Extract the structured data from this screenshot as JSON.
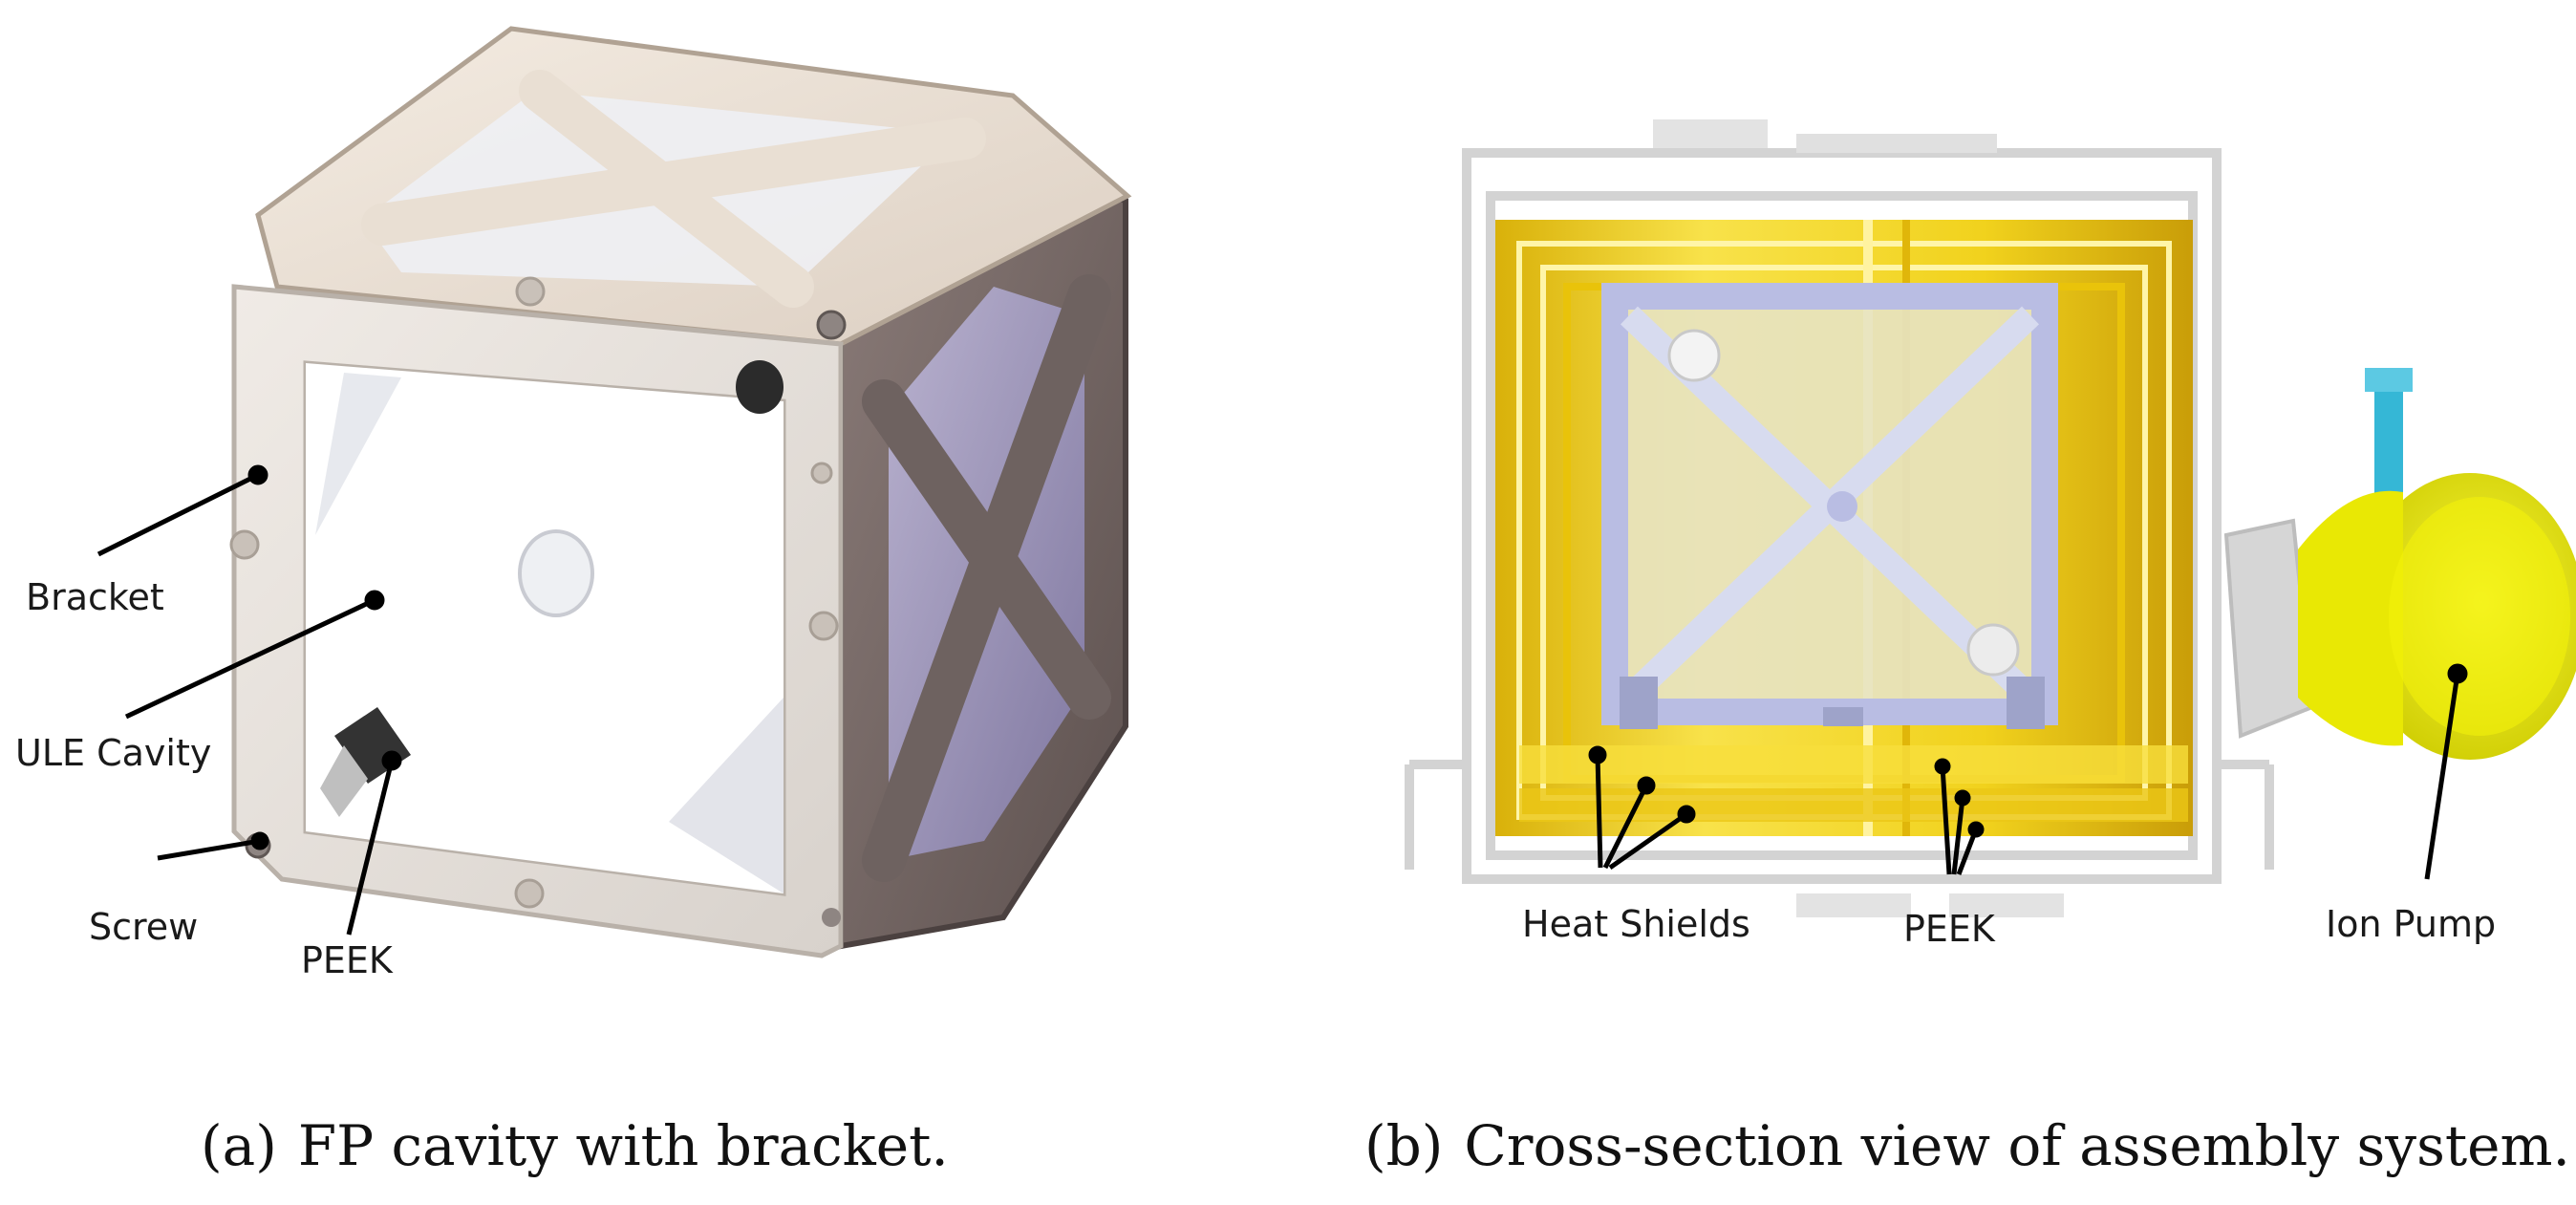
{
  "panel_a": {
    "labels": {
      "bracket": "Bracket",
      "ule_cavity": "ULE Cavity",
      "screw": "Screw",
      "peek": "PEEK"
    },
    "caption": {
      "tag": "(a)",
      "text": "FP cavity with bracket."
    }
  },
  "panel_b": {
    "labels": {
      "heat_shields": "Heat Shields",
      "peek": "PEEK",
      "ion_pump": "Ion Pump"
    },
    "caption": {
      "tag": "(b)",
      "text": "Cross-section view of assembly system."
    }
  },
  "colors": {
    "bracket_light": "#efe6dc",
    "bracket_dark": "#7d6f6c",
    "cavity": "#ffffff",
    "cavity_side": "#9a93b5",
    "heat_shield": "#f2d31c",
    "frame_blue": "#b9bde3",
    "ion_pump": "#f3f20a",
    "ion_pump_neck": "#35b7d6",
    "chamber": "#d9d9d9",
    "leader_line": "#000000"
  }
}
